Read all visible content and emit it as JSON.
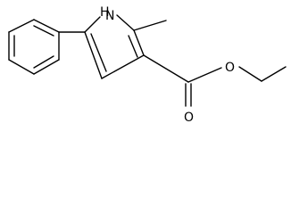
{
  "molecule": {
    "atom_labels": {
      "nh": "H",
      "n": "N",
      "ester_o": "O",
      "carbonyl_o": "O"
    }
  }
}
